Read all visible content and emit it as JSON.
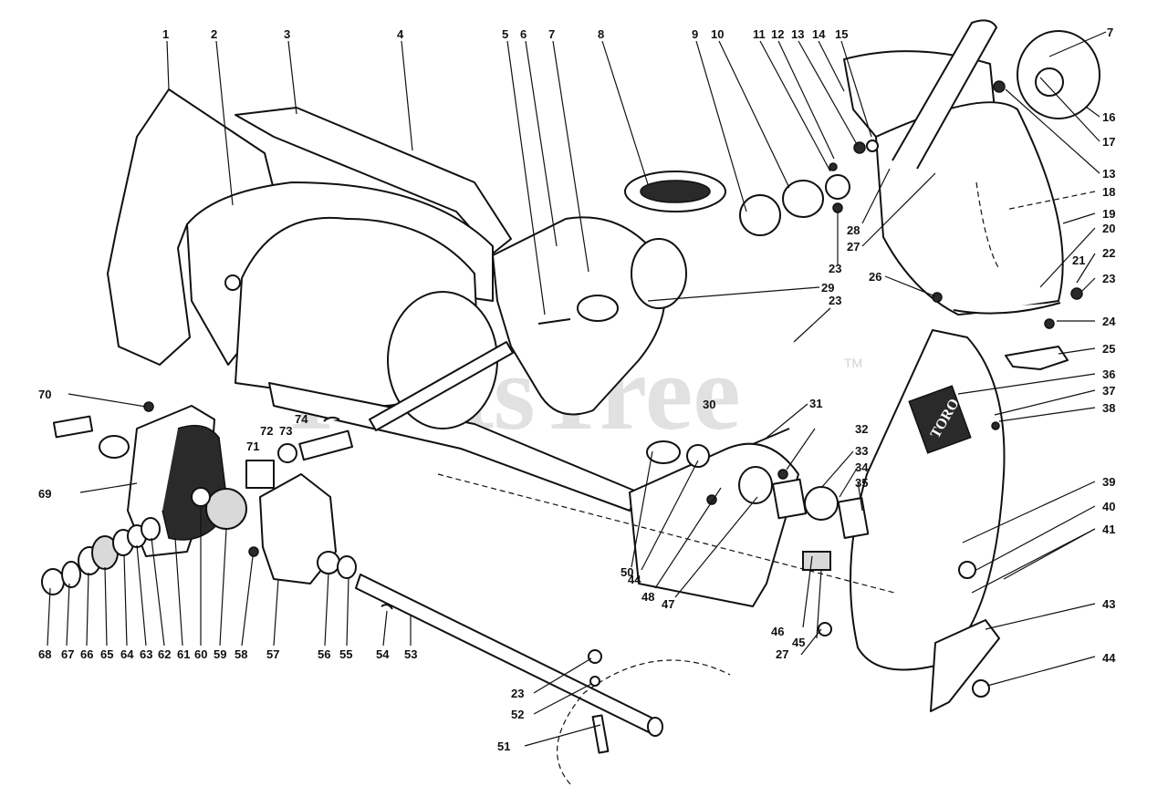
{
  "watermark": {
    "text": "PartsTree",
    "trademark": "TM"
  },
  "brand_plate": {
    "text": "TORO"
  },
  "callouts": [
    "1",
    "2",
    "3",
    "4",
    "5",
    "6",
    "7",
    "8",
    "9",
    "10",
    "11",
    "12",
    "13",
    "14",
    "15",
    "7",
    "16",
    "17",
    "13",
    "18",
    "19",
    "20",
    "21",
    "22",
    "23",
    "28",
    "27",
    "23",
    "26",
    "29",
    "23",
    "24",
    "25",
    "36",
    "37",
    "38",
    "70",
    "30",
    "31",
    "32",
    "33",
    "34",
    "35",
    "72",
    "73",
    "74",
    "71",
    "69",
    "39",
    "40",
    "41",
    "50",
    "44",
    "48",
    "47",
    "46",
    "45",
    "43",
    "27",
    "44",
    "68",
    "67",
    "66",
    "65",
    "64",
    "63",
    "62",
    "61",
    "60",
    "59",
    "58",
    "57",
    "56",
    "55",
    "54",
    "53",
    "23",
    "52",
    "51"
  ]
}
